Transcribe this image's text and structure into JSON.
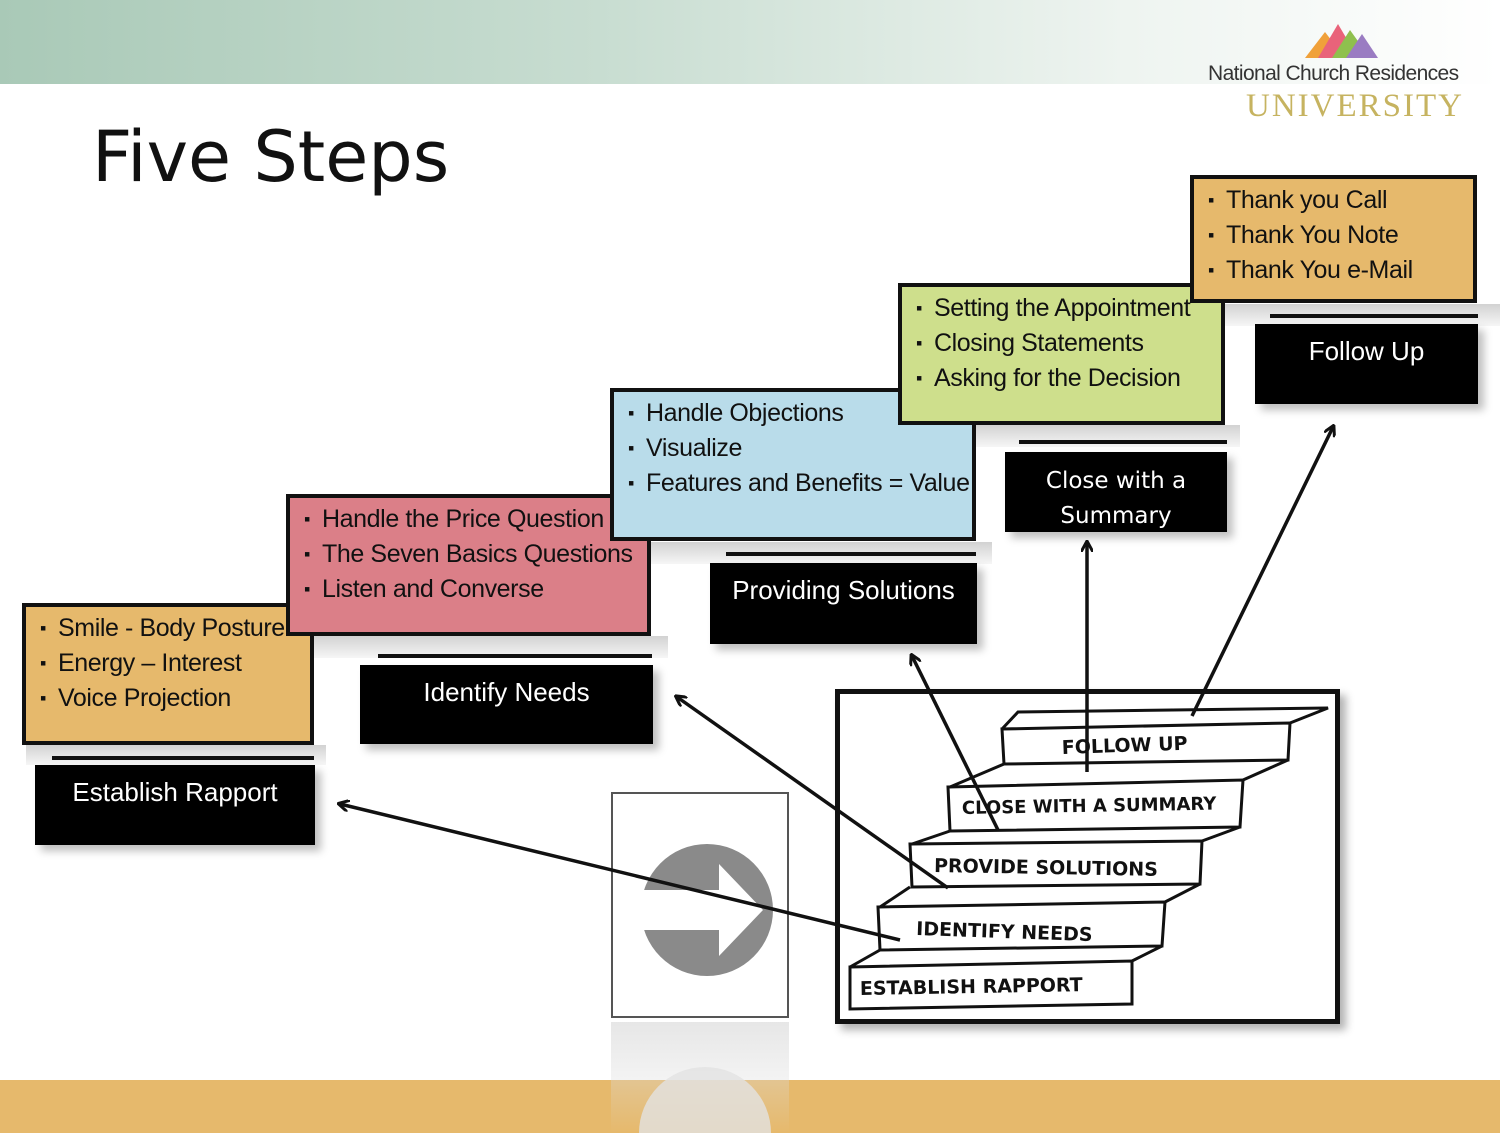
{
  "header": {
    "org_name": "National Church Residences",
    "org_sub": "UNIVERSITY"
  },
  "slide": {
    "title": "Five Steps"
  },
  "steps": [
    {
      "label": "Establish Rapport",
      "color": "#e6b96c",
      "bullets": [
        "Smile - Body Posture",
        "Energy – Interest",
        "Voice Projection"
      ]
    },
    {
      "label": "Identify Needs",
      "color": "#db7f88",
      "bullets": [
        "Handle the Price Question",
        "The Seven Basics Questions",
        "Listen and Converse"
      ]
    },
    {
      "label": "Providing Solutions",
      "color": "#b9dcea",
      "bullets": [
        "Handle Objections",
        "Visualize",
        "Features and Benefits = Value"
      ]
    },
    {
      "label": "Close with a Summary",
      "color": "#cedf8c",
      "bullets": [
        "Setting the Appointment",
        "Closing Statements",
        "Asking for the Decision"
      ]
    },
    {
      "label": "Follow Up",
      "color": "#e6b96c",
      "bullets": [
        "Thank you Call",
        "Thank You Note",
        "Thank You e-Mail"
      ]
    }
  ],
  "staircase": {
    "steps": [
      "ESTABLISH RAPPORT",
      "IDENTIFY NEEDS",
      "PROVIDE SOLUTIONS",
      "CLOSE WITH A SUMMARY",
      "FOLLOW UP"
    ]
  },
  "icons": {
    "logo": "ncr-logo-icon",
    "arrow": "arrow-right-icon"
  },
  "colors": {
    "top_band": "#a9c9b7",
    "bottom_band": "#e6b96c"
  }
}
